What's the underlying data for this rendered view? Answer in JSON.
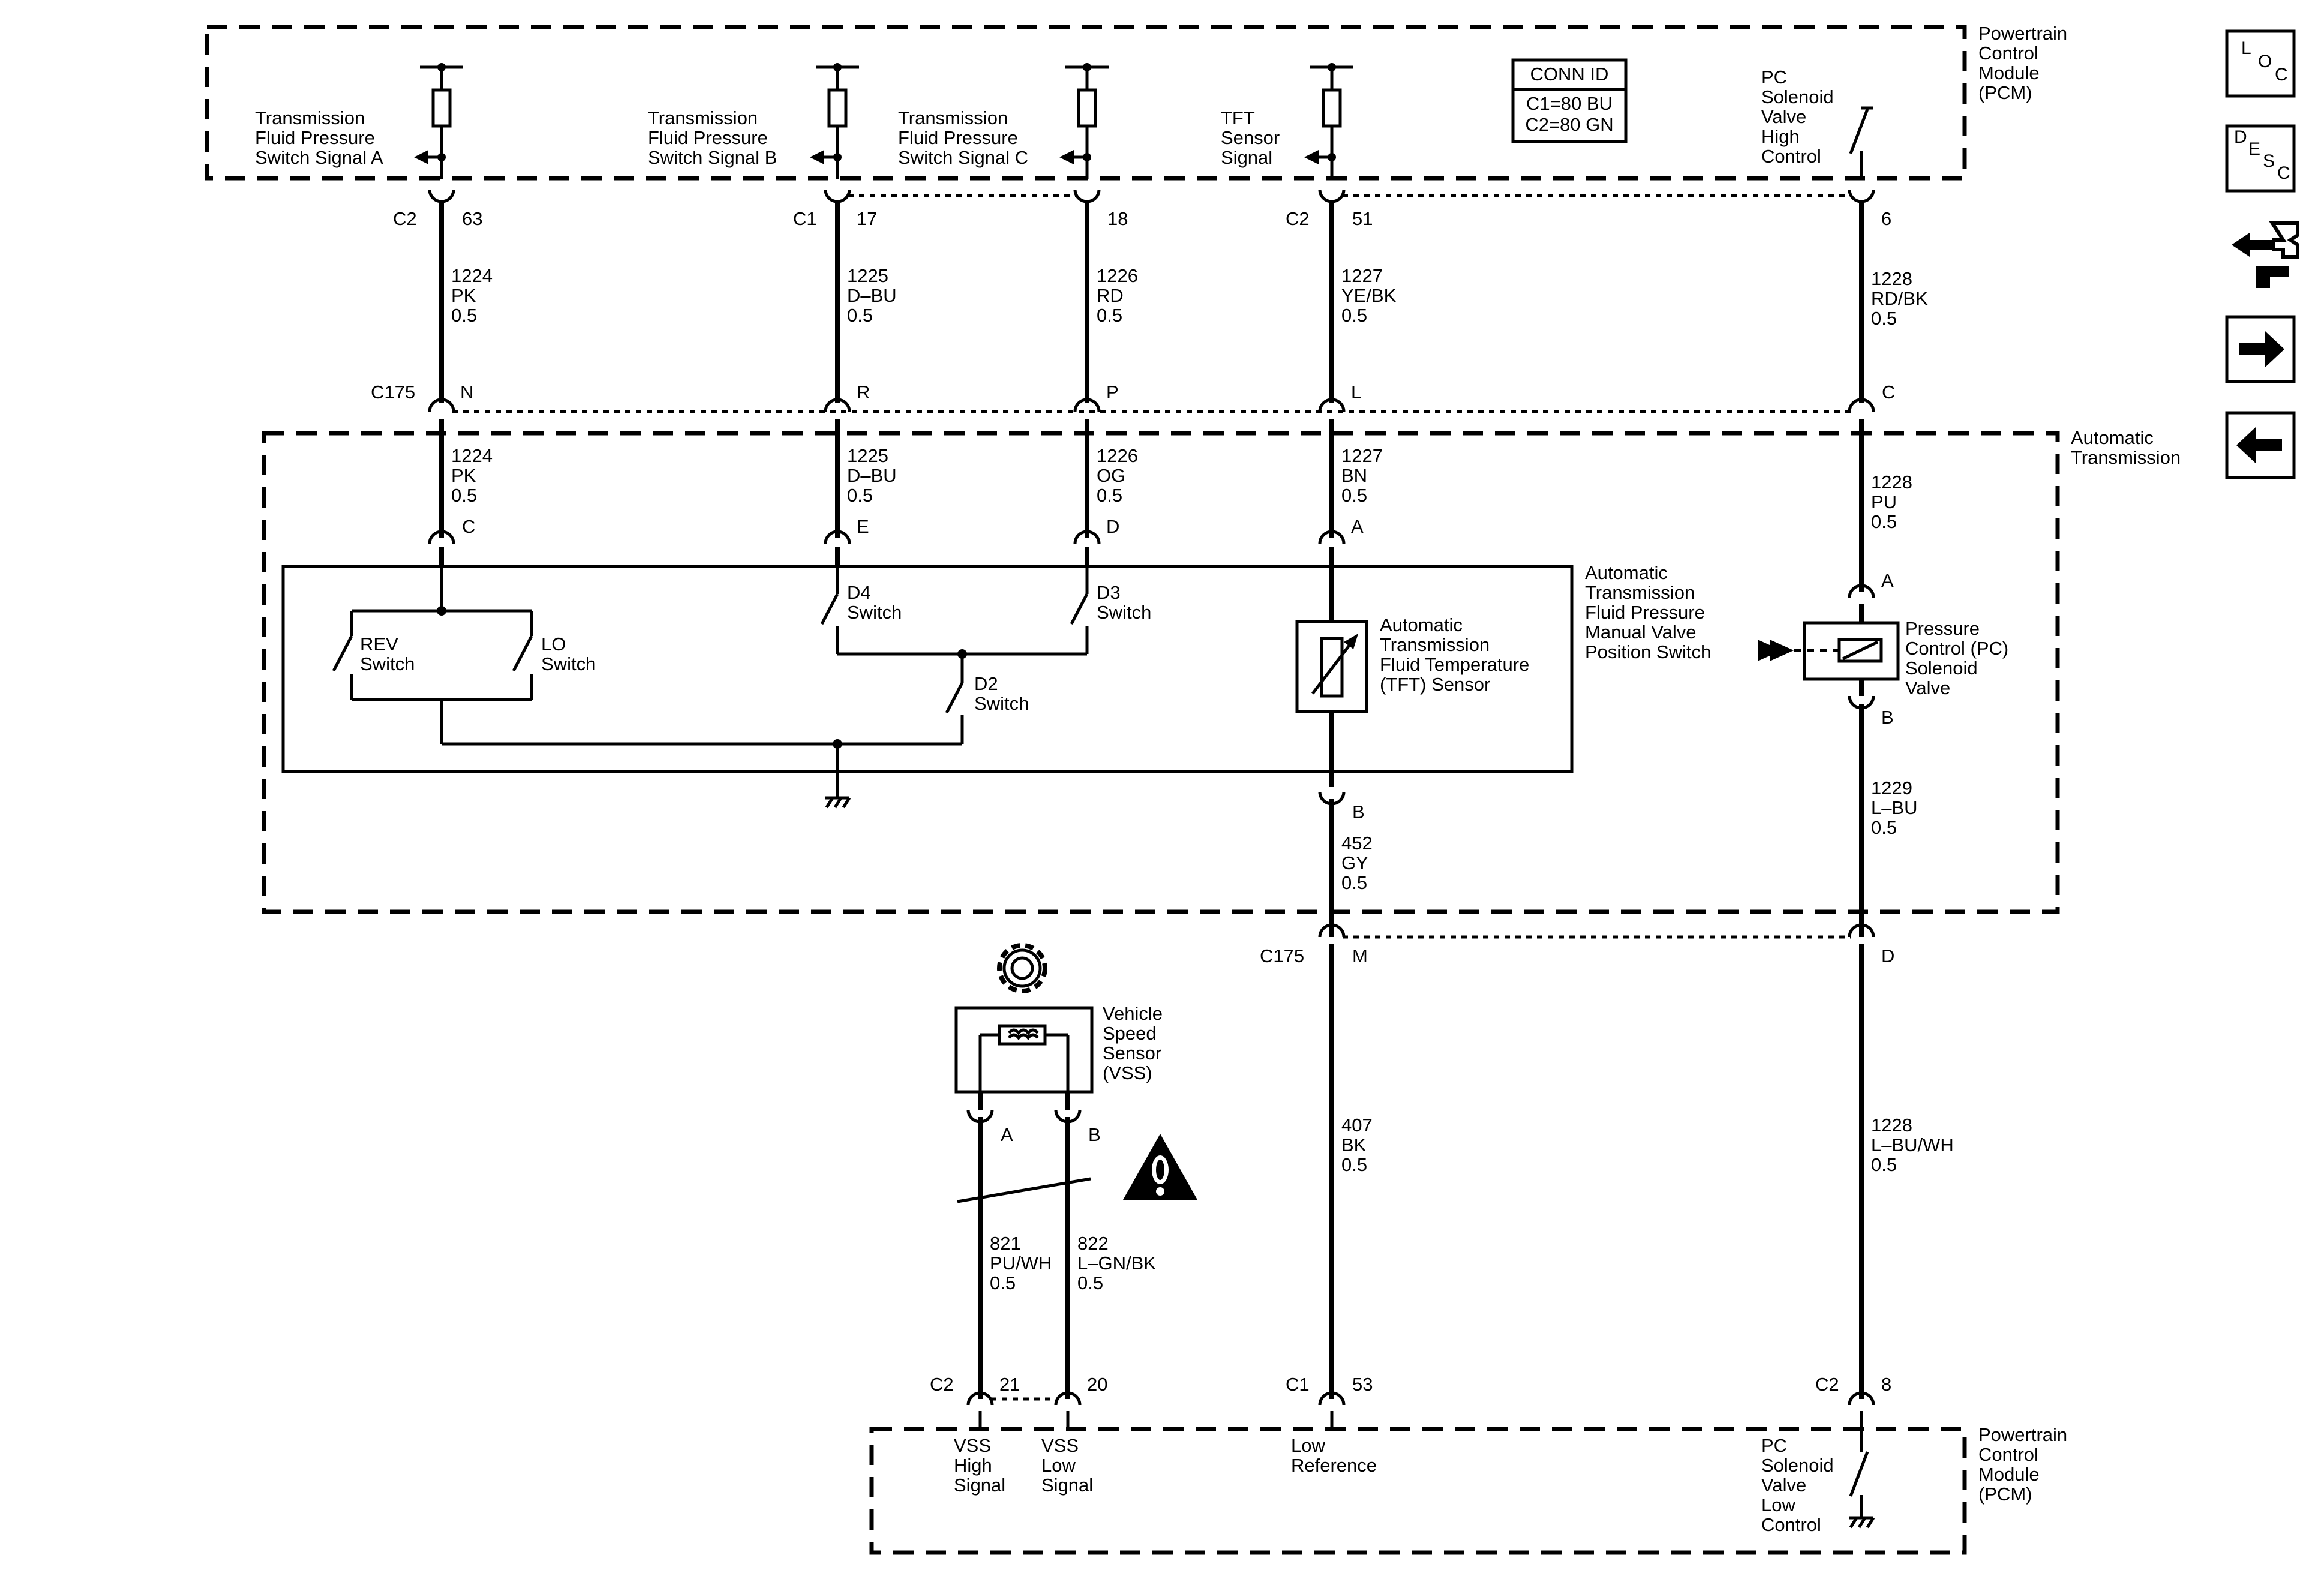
{
  "pcm_top": {
    "label": [
      "Powertrain",
      "Control",
      "Module",
      "(PCM)"
    ]
  },
  "pcm_bottom": {
    "label": [
      "Powertrain",
      "Control",
      "Module",
      "(PCM)"
    ]
  },
  "transmission": {
    "label": [
      "Automatic",
      "Transmission"
    ]
  },
  "conn_id": {
    "title": "CONN ID",
    "c1": "C1=80 BU",
    "c2": "C2=80 GN"
  },
  "signals_top": {
    "a": [
      "Transmission",
      "Fluid Pressure",
      "Switch Signal A"
    ],
    "b": [
      "Transmission",
      "Fluid Pressure",
      "Switch Signal B"
    ],
    "c": [
      "Transmission",
      "Fluid Pressure",
      "Switch Signal C"
    ],
    "tft": [
      "TFT",
      "Sensor",
      "Signal"
    ],
    "pc_high": [
      "PC",
      "Solenoid",
      "Valve",
      "High",
      "Control"
    ]
  },
  "signals_bottom": {
    "vss_high": [
      "VSS",
      "High",
      "Signal"
    ],
    "vss_low": [
      "VSS",
      "Low",
      "Signal"
    ],
    "low_ref": [
      "Low",
      "Reference"
    ],
    "pc_low": [
      "PC",
      "Solenoid",
      "Valve",
      "Low",
      "Control"
    ]
  },
  "pins": {
    "a_top": {
      "conn": "C2",
      "pin": "63"
    },
    "b_top": {
      "conn": "C1",
      "pin": "17"
    },
    "c_top": {
      "pin": "18"
    },
    "tft_top": {
      "conn": "C2",
      "pin": "51"
    },
    "pc_top": {
      "pin": "6"
    },
    "c175": "C175",
    "c175_n": "N",
    "c175_r": "R",
    "c175_p": "P",
    "c175_l": "L",
    "c175_c": "C",
    "c175_m": "M",
    "c175_d": "D",
    "trans_c": "C",
    "trans_e": "E",
    "trans_d": "D",
    "trans_a": "A",
    "tft_b": "B",
    "pc_a": "A",
    "pc_b": "B",
    "vss_a": "A",
    "vss_b": "B",
    "bot_c2": "C2",
    "bot_21": "21",
    "bot_20": "20",
    "bot_c1": "C1",
    "bot_53": "53",
    "bot_c2b": "C2",
    "bot_8": "8"
  },
  "wires": {
    "w1224_upper": [
      "1224",
      "PK",
      "0.5"
    ],
    "w1225_upper": [
      "1225",
      "D–BU",
      "0.5"
    ],
    "w1226_upper": [
      "1226",
      "RD",
      "0.5"
    ],
    "w1227_upper": [
      "1227",
      "YE/BK",
      "0.5"
    ],
    "w1228_upper": [
      "1228",
      "RD/BK",
      "0.5"
    ],
    "w1224_lower": [
      "1224",
      "PK",
      "0.5"
    ],
    "w1225_lower": [
      "1225",
      "D–BU",
      "0.5"
    ],
    "w1226_lower": [
      "1226",
      "OG",
      "0.5"
    ],
    "w1227_lower": [
      "1227",
      "BN",
      "0.5"
    ],
    "w1228_lower": [
      "1228",
      "PU",
      "0.5"
    ],
    "w1229": [
      "1229",
      "L–BU",
      "0.5"
    ],
    "w452": [
      "452",
      "GY",
      "0.5"
    ],
    "w407": [
      "407",
      "BK",
      "0.5"
    ],
    "w1228_bottom": [
      "1228",
      "L–BU/WH",
      "0.5"
    ],
    "w821": [
      "821",
      "PU/WH",
      "0.5"
    ],
    "w822": [
      "822",
      "L–GN/BK",
      "0.5"
    ]
  },
  "components": {
    "manual_valve": [
      "Automatic",
      "Transmission",
      "Fluid Pressure",
      "Manual Valve",
      "Position Switch"
    ],
    "tft_sensor": [
      "Automatic",
      "Transmission",
      "Fluid Temperature",
      "(TFT) Sensor"
    ],
    "pc_solenoid": [
      "Pressure",
      "Control (PC)",
      "Solenoid",
      "Valve"
    ],
    "vss": [
      "Vehicle",
      "Speed",
      "Sensor",
      "(VSS)"
    ],
    "rev_switch": [
      "REV",
      "Switch"
    ],
    "lo_switch": [
      "LO",
      "Switch"
    ],
    "d4_switch": [
      "D4",
      "Switch"
    ],
    "d3_switch": [
      "D3",
      "Switch"
    ],
    "d2_switch": [
      "D2",
      "Switch"
    ]
  },
  "side_buttons": {
    "loc": [
      "L",
      "O",
      "C"
    ],
    "desc": [
      "D",
      "E",
      "S",
      "C"
    ]
  },
  "icons": [
    "loc-icon",
    "desc-icon",
    "connector-view-icon",
    "next-arrow-icon",
    "previous-arrow-icon",
    "gear-icon",
    "warning-icon",
    "ground-icon"
  ]
}
